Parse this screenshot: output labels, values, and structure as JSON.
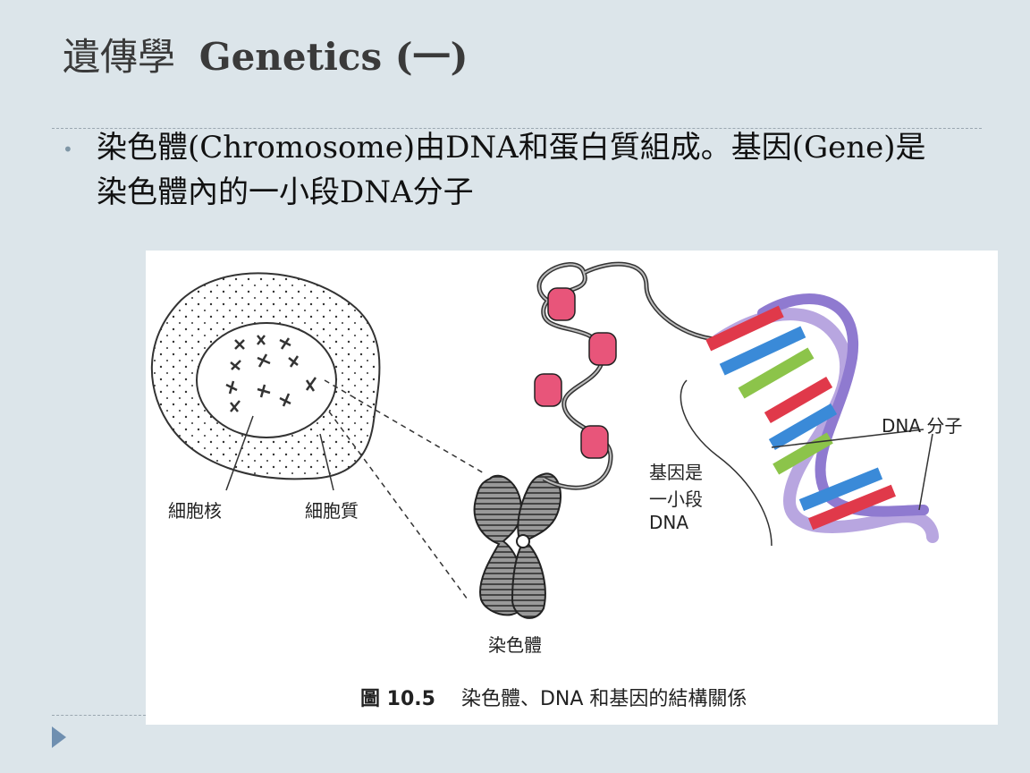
{
  "slide": {
    "title_cn": "遺傳學",
    "title_en": "Genetics (一)",
    "bullet": "染色體(Chromosome)由DNA和蛋白質組成。基因(Gene)是染色體內的一小段DNA分子"
  },
  "figure": {
    "labels": {
      "nucleus": "細胞核",
      "cytoplasm": "細胞質",
      "chromosome": "染色體",
      "gene_line1": "基因是",
      "gene_line2": "一小段",
      "gene_line3": "DNA",
      "dna_molecule": "DNA 分子"
    },
    "caption": {
      "number": "圖 10.5",
      "text": "染色體、DNA 和基因的結構關係"
    }
  },
  "colors": {
    "background": "#dce5ea",
    "bullet_accent": "#7f96a6",
    "dna_red": "#e0394a",
    "dna_blue": "#3a8ad8",
    "dna_green": "#8cc44a",
    "dna_backbone": "#b8a6e0",
    "histone_pink": "#e8557a"
  },
  "icons": [
    "bullet-dot-icon",
    "nav-next-icon"
  ]
}
